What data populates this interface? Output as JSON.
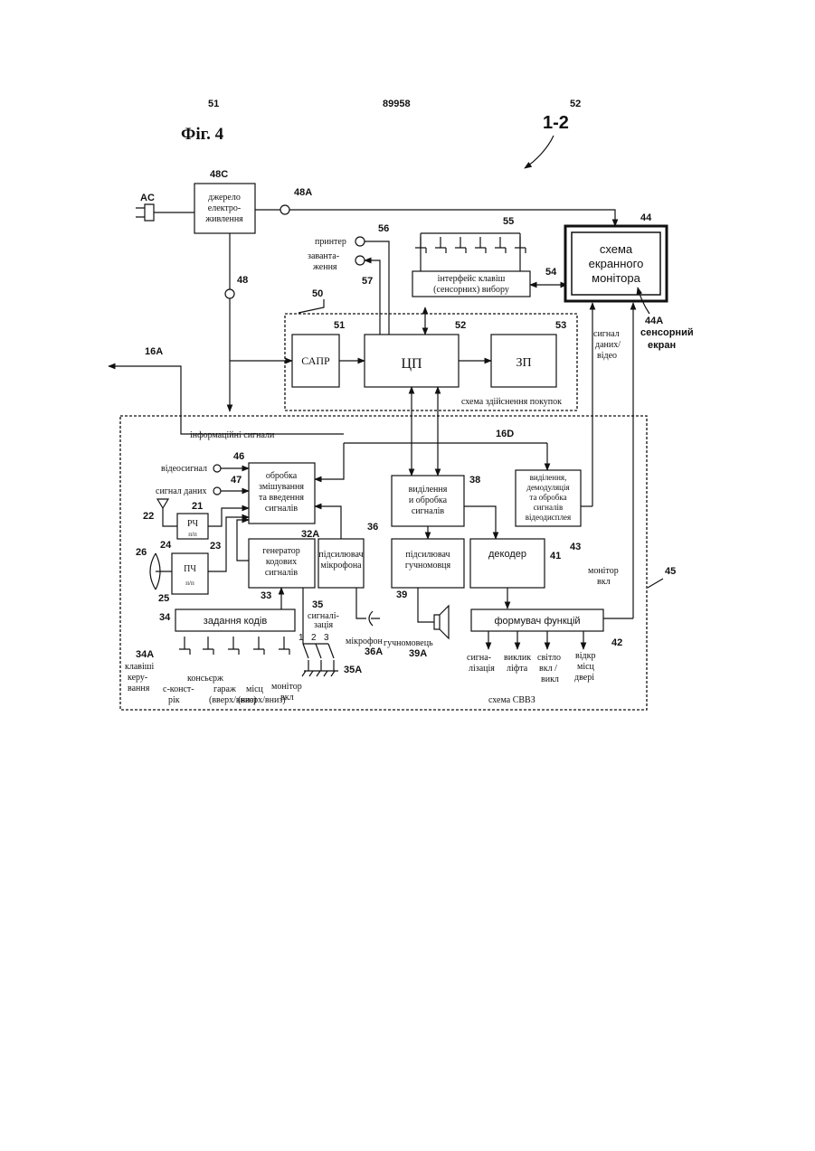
{
  "header": {
    "page_left": "51",
    "patent_no": "89958",
    "page_right": "52"
  },
  "figure": {
    "title": "Фіг. 4",
    "ref": "1-2"
  },
  "power": {
    "input": "AC",
    "box": [
      "джерело",
      "електро-",
      "живлення"
    ],
    "ref": "48C",
    "node_a": "48A",
    "node_b": "48"
  },
  "purchase": {
    "caption": "схема здійснення покупок",
    "ref": "50",
    "sapr": {
      "label": "САПР",
      "ref": "51"
    },
    "cpu": {
      "label": "ЦП",
      "ref": "52"
    },
    "mem": {
      "label": "ЗП",
      "ref": "53"
    }
  },
  "printer": {
    "label": "принтер",
    "ref": "56"
  },
  "lock": {
    "label": [
      "заванта-",
      "ження"
    ],
    "ref": "57"
  },
  "keys_interface": {
    "label": [
      "інтерфейс клавіш",
      "(сенсорних) вибору"
    ],
    "ref": "54",
    "keys_ref": "55"
  },
  "monitor": {
    "label": [
      "схема",
      "екранного",
      "монітора"
    ],
    "ref": "44",
    "screen_ref": "44A",
    "screen_label": [
      "сенсорний",
      "екран"
    ]
  },
  "signal_video": [
    "сигнал",
    "даних/",
    "відео"
  ],
  "line_16a": "16A",
  "svvz": {
    "caption": "схема СВВЗ",
    "ref": "45",
    "info_signals": "інформаційні сигнали",
    "bus_ref": "16D",
    "video_in": {
      "label": "відеосигнал",
      "ref": "46"
    },
    "data_in": {
      "label": "сигнал даних",
      "ref": "47"
    },
    "mix": {
      "label": [
        "обробка",
        "змішування",
        "та введення",
        "сигналів"
      ],
      "ref": "32A"
    },
    "rf": {
      "label": [
        "РЧ",
        "п/п"
      ],
      "ref": "21"
    },
    "if": {
      "label": [
        "ПЧ",
        "п/п"
      ],
      "ref": "23"
    },
    "antenna_ref": "22",
    "dish_ref": "26",
    "ref_24": "24",
    "ref_25": "25",
    "codegen": {
      "label": [
        "генератор",
        "кодових",
        "сигналів"
      ],
      "ref": "33"
    },
    "mic_amp": {
      "label": [
        "підсилювач",
        "мікрофона"
      ],
      "ref": "36"
    },
    "extract": {
      "label": [
        "виділення",
        "и обробка",
        "сигналів"
      ],
      "ref": "38"
    },
    "video_proc": {
      "label": [
        "виділення,",
        "демодуляція",
        "та обробка",
        "сигналів",
        "відеодисплея"
      ],
      "ref": "43"
    },
    "spk_amp": {
      "label": [
        "підсилювач",
        "гучномовця"
      ],
      "ref": "39"
    },
    "decoder": {
      "label": "декодер",
      "ref": "41"
    },
    "codes": {
      "label": "задання кодів",
      "ref": "34"
    },
    "func": {
      "label": "формувач функцій",
      "ref": "42"
    },
    "monitor_on": [
      "монітор",
      "вкл"
    ],
    "alarm": {
      "label": [
        "сигналі-",
        "зація"
      ],
      "ref": "35",
      "switch_nums": [
        "1",
        "2",
        "3"
      ],
      "ground_ref": "35A"
    },
    "mic": {
      "label": "мікрофон",
      "ref": "36A"
    },
    "speaker": {
      "label": "гучномовець",
      "ref": "39A"
    },
    "keys": {
      "ref": "34A",
      "label": [
        "клавіші",
        "керу-",
        "вання"
      ]
    },
    "key_labels": [
      [
        "консьєрж"
      ],
      [
        "с-конст-",
        "рік"
      ],
      [
        "гараж",
        "(вверх/вниз)"
      ],
      [
        "місц",
        "(вверх/вниз)"
      ],
      [
        "монітор",
        "вкл"
      ]
    ],
    "outputs": [
      [
        "сигна-",
        "лізація"
      ],
      [
        "виклик",
        "ліфта"
      ],
      [
        "світло",
        "вкл /",
        "викл"
      ],
      [
        "відкр",
        "місц",
        "двері"
      ]
    ]
  }
}
